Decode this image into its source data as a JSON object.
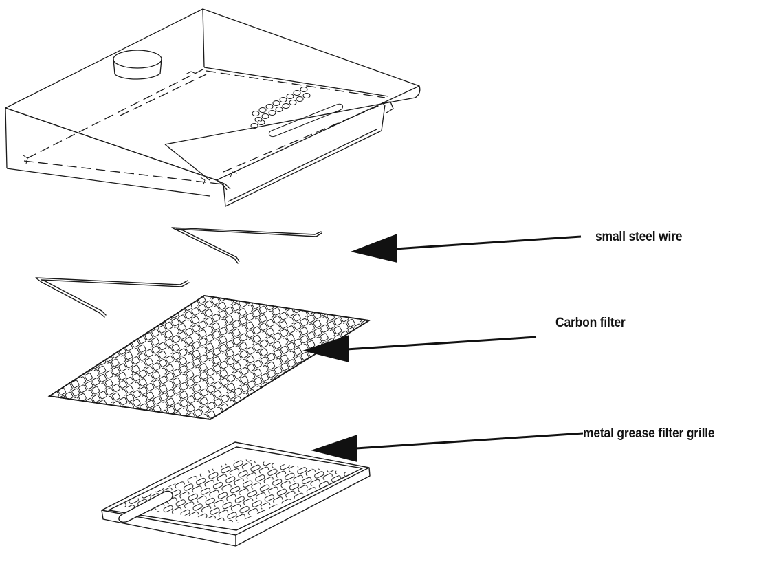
{
  "labels": {
    "wire": "small steel wire",
    "carbon": "Carbon filter",
    "grille": "metal grease filter grille"
  },
  "colors": {
    "line": "#1a1a1a",
    "background": "#ffffff"
  }
}
